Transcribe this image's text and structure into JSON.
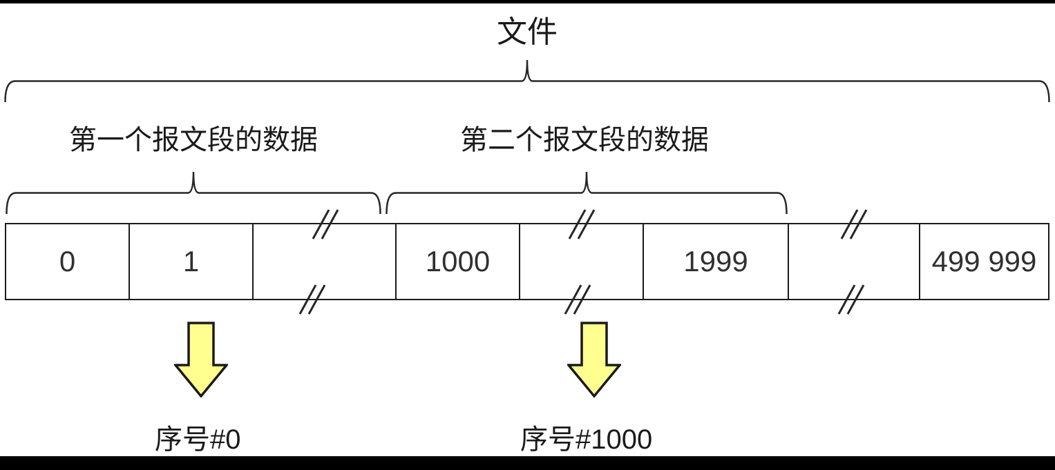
{
  "title": "文件",
  "segment_labels": {
    "first": "第一个报文段的数据",
    "second": "第二个报文段的数据"
  },
  "boxes": {
    "cells": [
      "0",
      "1",
      "",
      "1000",
      "",
      "1999",
      "",
      "499 999"
    ],
    "break_cells_note": "cells 2, 4, 6 contain diagonal break marks (//) instead of values"
  },
  "sequence_labels": {
    "first": "序号#0",
    "second": "序号#1000"
  },
  "colors": {
    "line": "#262626",
    "box_border": "#1a1a1a",
    "arrow_fill": "#FFFF8F",
    "arrow_stroke": "#1a1a1a",
    "frame_bar": "#000000"
  }
}
